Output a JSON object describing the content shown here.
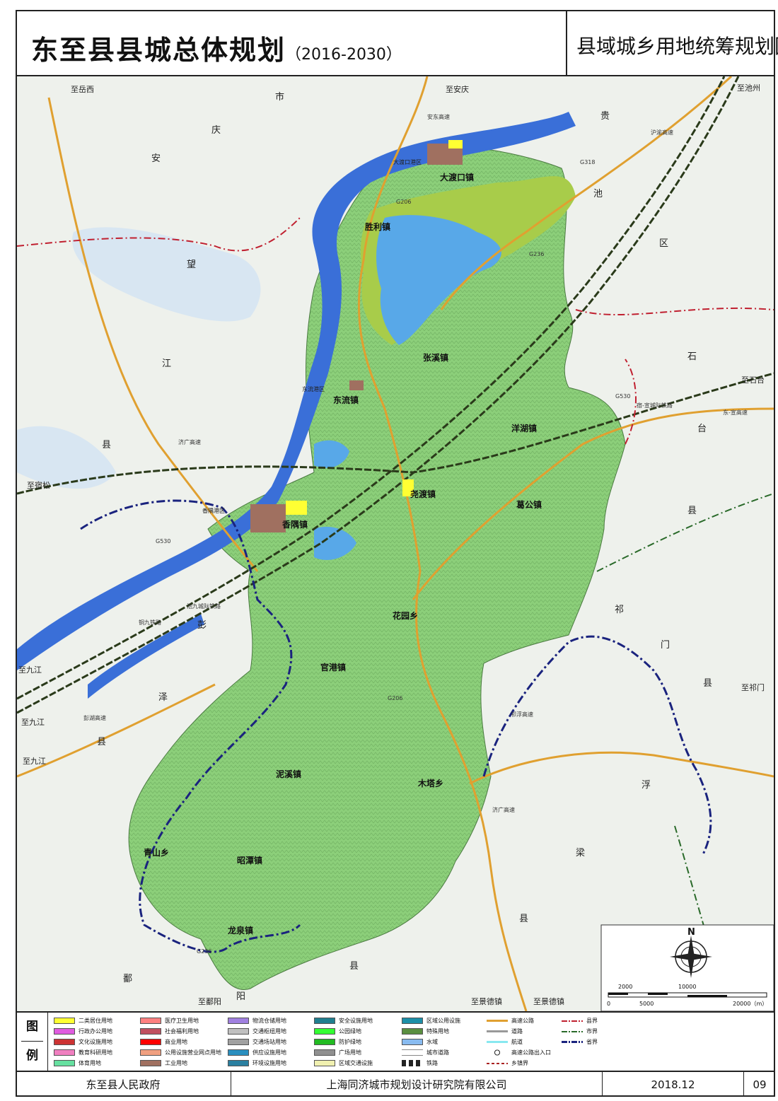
{
  "header": {
    "title": "东至县县城总体规划",
    "years": "（2016-2030）",
    "subtitle": "县域城乡用地统筹规划图"
  },
  "map": {
    "region_labels": [
      "安",
      "庆",
      "市",
      "贵",
      "池",
      "区",
      "望",
      "江",
      "县",
      "石",
      "台",
      "县",
      "彭",
      "泽",
      "县",
      "祁",
      "门",
      "县",
      "浮",
      "梁",
      "县",
      "鄱",
      "阳",
      "县"
    ],
    "towns": [
      {
        "name": "大渡口镇"
      },
      {
        "name": "胜利镇"
      },
      {
        "name": "张溪镇"
      },
      {
        "name": "东流镇"
      },
      {
        "name": "洋湖镇"
      },
      {
        "name": "尧渡镇"
      },
      {
        "name": "葛公镇"
      },
      {
        "name": "香隅镇"
      },
      {
        "name": "花园乡"
      },
      {
        "name": "官港镇"
      },
      {
        "name": "泥溪镇"
      },
      {
        "name": "木塔乡"
      },
      {
        "name": "青山乡"
      },
      {
        "name": "昭潭镇"
      },
      {
        "name": "龙泉镇"
      }
    ],
    "small_labels": [
      "大渡口港区",
      "东流港区",
      "香隅港区"
    ],
    "destinations": [
      "至岳西",
      "至安庆",
      "至池州",
      "至石台",
      "至宿松",
      "至九江",
      "至九江",
      "至九江",
      "至祁门",
      "至鄱阳",
      "至景德镇",
      "至景德镇"
    ],
    "road_labels": [
      "G318",
      "G236",
      "G206",
      "G206",
      "G530",
      "G530",
      "G236",
      "沪渝高速",
      "东-宣高速",
      "济广高速",
      "济广高速",
      "彭湖高速",
      "祁浮高速",
      "安东高速",
      "铜九铁路",
      "池九城际铁路",
      "宿-宣城际铁路"
    ],
    "north": "N",
    "scale": {
      "ticks_top": [
        "2000",
        "10000"
      ],
      "ticks_bottom": [
        "0",
        "5000",
        "20000（m）"
      ]
    }
  },
  "legend": {
    "heading_1": "图",
    "heading_2": "例",
    "items": [
      {
        "label": "二类居住用地",
        "color": "#ffff33",
        "kind": "fill"
      },
      {
        "label": "行政办公用地",
        "color": "#e05ce0",
        "kind": "fill"
      },
      {
        "label": "文化设施用地",
        "color": "#cc3333",
        "kind": "fill"
      },
      {
        "label": "教育科研用地",
        "color": "#f07fc0",
        "kind": "fill"
      },
      {
        "label": "体育用地",
        "color": "#66e0a0",
        "kind": "fill"
      },
      {
        "label": "医疗卫生用地",
        "color": "#ff8080",
        "kind": "fill"
      },
      {
        "label": "社会福利用地",
        "color": "#c05060",
        "kind": "fill"
      },
      {
        "label": "商业用地",
        "color": "#ff0000",
        "kind": "fill"
      },
      {
        "label": "公用设施营业网点用地",
        "color": "#f0a080",
        "kind": "fill"
      },
      {
        "label": "工业用地",
        "color": "#a07060",
        "kind": "fill"
      },
      {
        "label": "物流仓储用地",
        "color": "#a080e0",
        "kind": "fill"
      },
      {
        "label": "交通枢纽用地",
        "color": "#c0c0c0",
        "kind": "fill"
      },
      {
        "label": "交通场站用地",
        "color": "#a0a0a0",
        "kind": "fill"
      },
      {
        "label": "供应设施用地",
        "color": "#2a8fbf",
        "kind": "fill"
      },
      {
        "label": "环境设施用地",
        "color": "#2a7fa0",
        "kind": "fill"
      },
      {
        "label": "安全设施用地",
        "color": "#1f7f8f",
        "kind": "fill"
      },
      {
        "label": "公园绿地",
        "color": "#33ff33",
        "kind": "fill"
      },
      {
        "label": "防护绿地",
        "color": "#22bb22",
        "kind": "fill"
      },
      {
        "label": "广场用地",
        "color": "#909090",
        "kind": "fill"
      },
      {
        "label": "区域交通设施",
        "color": "#f0f0b0",
        "kind": "fill"
      },
      {
        "label": "区域公用设施",
        "color": "#1c8fa8",
        "kind": "fill"
      },
      {
        "label": "特殊用地",
        "color": "#5a8f40",
        "kind": "fill"
      },
      {
        "label": "水域",
        "color": "#88bbf0",
        "kind": "fill"
      },
      {
        "label": "城市道路",
        "color": "#ffffff",
        "kind": "road"
      },
      {
        "label": "铁路",
        "color": "#222222",
        "kind": "rail"
      },
      {
        "label": "高速公路",
        "color": "#e0a030",
        "kind": "hwy"
      },
      {
        "label": "道路",
        "color": "#999999",
        "kind": "road2"
      },
      {
        "label": "航道",
        "color": "#88e8f0",
        "kind": "chan"
      },
      {
        "label": "高速公路出入口",
        "color": "#ffffff",
        "kind": "exit"
      },
      {
        "label": "乡镇界",
        "color": "#aa2222",
        "kind": "town"
      },
      {
        "label": "县界",
        "color": "#c02030",
        "kind": "county"
      },
      {
        "label": "市界",
        "color": "#2a6a2a",
        "kind": "city"
      },
      {
        "label": "省界",
        "color": "#1a237e",
        "kind": "prov"
      }
    ]
  },
  "footer": {
    "org": "东至县人民政府",
    "designer": "上海同济城市规划设计研究院有限公司",
    "date": "2018.12",
    "sheet": "09"
  },
  "colors": {
    "county_green": "#8ccf7a",
    "river": "#3a6fd8",
    "lake": "#58a8e8",
    "plan_green": "#a8cc4a",
    "highway": "#e0a030",
    "railway": "#2a3a1a",
    "province_border": "#1a237e",
    "county_border": "#c02030",
    "city_border": "#2a6a2a"
  }
}
